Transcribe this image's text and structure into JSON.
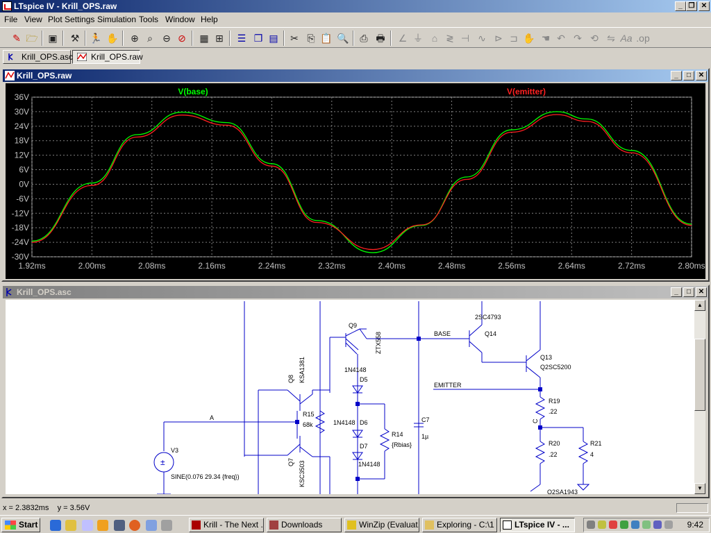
{
  "app": {
    "title": "LTspice IV - Krill_OPS.raw"
  },
  "menu": [
    "File",
    "View",
    "Plot Settings",
    "Simulation",
    "Tools",
    "Window",
    "Help"
  ],
  "tabs": [
    {
      "label": "Krill_OPS.asc"
    },
    {
      "label": "Krill_OPS.raw"
    }
  ],
  "plot_window": {
    "title": "Krill_OPS.raw"
  },
  "schematic_window": {
    "title": "Krill_OPS.asc"
  },
  "chart_data": {
    "type": "line",
    "xlim": [
      1.92,
      2.8
    ],
    "ylim": [
      -30,
      36
    ],
    "x_unit": "ms",
    "y_unit": "V",
    "xticks": [
      "1.92ms",
      "2.00ms",
      "2.08ms",
      "2.16ms",
      "2.24ms",
      "2.32ms",
      "2.40ms",
      "2.48ms",
      "2.56ms",
      "2.64ms",
      "2.72ms",
      "2.80ms"
    ],
    "yticks": [
      "36V",
      "30V",
      "24V",
      "18V",
      "12V",
      "6V",
      "0V",
      "-6V",
      "-12V",
      "-18V",
      "-24V",
      "-30V"
    ],
    "grid": true,
    "background": "#000000",
    "series": [
      {
        "name": "V(base)",
        "color": "#00ff00",
        "x": [
          1.92,
          2.0,
          2.06,
          2.12,
          2.18,
          2.24,
          2.3,
          2.375,
          2.44,
          2.5,
          2.56,
          2.62,
          2.66,
          2.72,
          2.8
        ],
        "y": [
          -23.5,
          0.5,
          20.5,
          29.8,
          25.5,
          8.5,
          -15.0,
          -28.3,
          -17.0,
          3.0,
          22.5,
          30.0,
          27.0,
          14.0,
          -16.5
        ]
      },
      {
        "name": "V(emitter)",
        "color": "#ff2020",
        "x": [
          1.92,
          2.0,
          2.06,
          2.12,
          2.18,
          2.24,
          2.3,
          2.375,
          2.44,
          2.5,
          2.56,
          2.62,
          2.66,
          2.72,
          2.8
        ],
        "y": [
          -24.0,
          -0.5,
          19.5,
          28.6,
          24.4,
          7.5,
          -15.8,
          -27.0,
          -16.8,
          2.0,
          21.5,
          28.8,
          26.0,
          13.0,
          -17.0
        ]
      }
    ]
  },
  "schematic": {
    "labels": [
      "Q9",
      "ZTX558",
      "2SC4793",
      "Q14",
      "BASE",
      "Q13",
      "Q2SC5200",
      "Q8",
      "KSA1381",
      "1N4148",
      "D5",
      "EMITTER",
      "R19",
      ".22",
      "C",
      "R15",
      "68k",
      "A",
      "1N4148",
      "D6",
      "R14",
      "{Rbias}",
      "C7",
      "1µ",
      "R20",
      ".22",
      "R21",
      "4",
      "V3",
      "D7",
      "1N4148",
      "Q7",
      "KSC3503",
      "SINE(0.076 29.34 {freq})",
      "Q2SA1943"
    ]
  },
  "status": {
    "text": "x = 2.3832ms    y = 3.56V"
  },
  "taskbar": {
    "start": "Start",
    "tasks": [
      "Krill - The Next ...",
      "Downloads",
      "WinZip (Evaluat...",
      "Exploring - C:\\1",
      "LTspice IV - ..."
    ],
    "clock": "9:42"
  }
}
